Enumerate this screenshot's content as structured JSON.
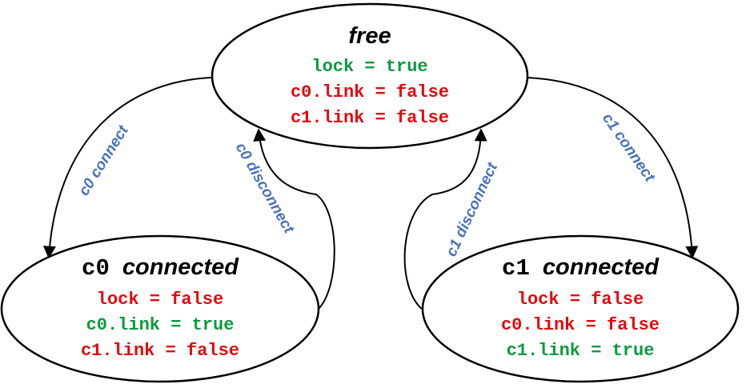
{
  "colors": {
    "true_color": "#0b9a3e",
    "false_color": "#e3090f",
    "edge_label_color": "#4a72b8"
  },
  "states": {
    "free": {
      "title": "free",
      "vars": [
        {
          "text": "lock = true",
          "value": true
        },
        {
          "text": "c0.link = false",
          "value": false
        },
        {
          "text": "c1.link = false",
          "value": false
        }
      ]
    },
    "c0": {
      "title_prefix": "c0",
      "title_suffix": "connected",
      "vars": [
        {
          "text": "lock = false",
          "value": false
        },
        {
          "text": "c0.link = true",
          "value": true
        },
        {
          "text": "c1.link = false",
          "value": false
        }
      ]
    },
    "c1": {
      "title_prefix": "c1",
      "title_suffix": "connected",
      "vars": [
        {
          "text": "lock = false",
          "value": false
        },
        {
          "text": "c0.link = false",
          "value": false
        },
        {
          "text": "c1.link = true",
          "value": true
        }
      ]
    }
  },
  "transitions": {
    "c0_connect": "c0 connect",
    "c0_disconnect": "c0 disconnect",
    "c1_disconnect": "c1 disconnect",
    "c1_connect": "c1 connect"
  }
}
